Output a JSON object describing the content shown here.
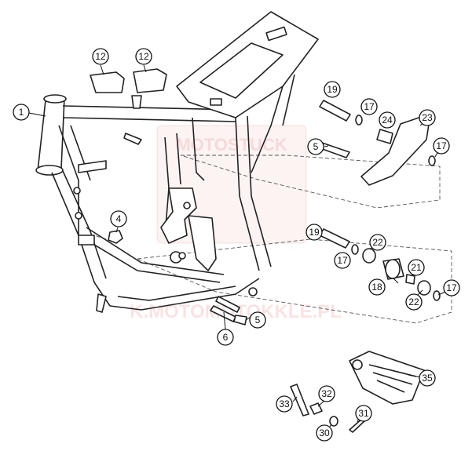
{
  "watermark": {
    "top_text": "MOTOSTUCK",
    "bottom_text": "K.MOTOMOTOKKLE.PL"
  },
  "callouts": [
    {
      "label": "1"
    },
    {
      "label": "12"
    },
    {
      "label": "12"
    },
    {
      "label": "4"
    },
    {
      "label": "6"
    },
    {
      "label": "5"
    },
    {
      "label": "5"
    },
    {
      "label": "19"
    },
    {
      "label": "17"
    },
    {
      "label": "24"
    },
    {
      "label": "23"
    },
    {
      "label": "17"
    },
    {
      "label": "19"
    },
    {
      "label": "22"
    },
    {
      "label": "17"
    },
    {
      "label": "21"
    },
    {
      "label": "18"
    },
    {
      "label": "22"
    },
    {
      "label": "17"
    },
    {
      "label": "35"
    },
    {
      "label": "32"
    },
    {
      "label": "33"
    },
    {
      "label": "31"
    },
    {
      "label": "30"
    }
  ]
}
